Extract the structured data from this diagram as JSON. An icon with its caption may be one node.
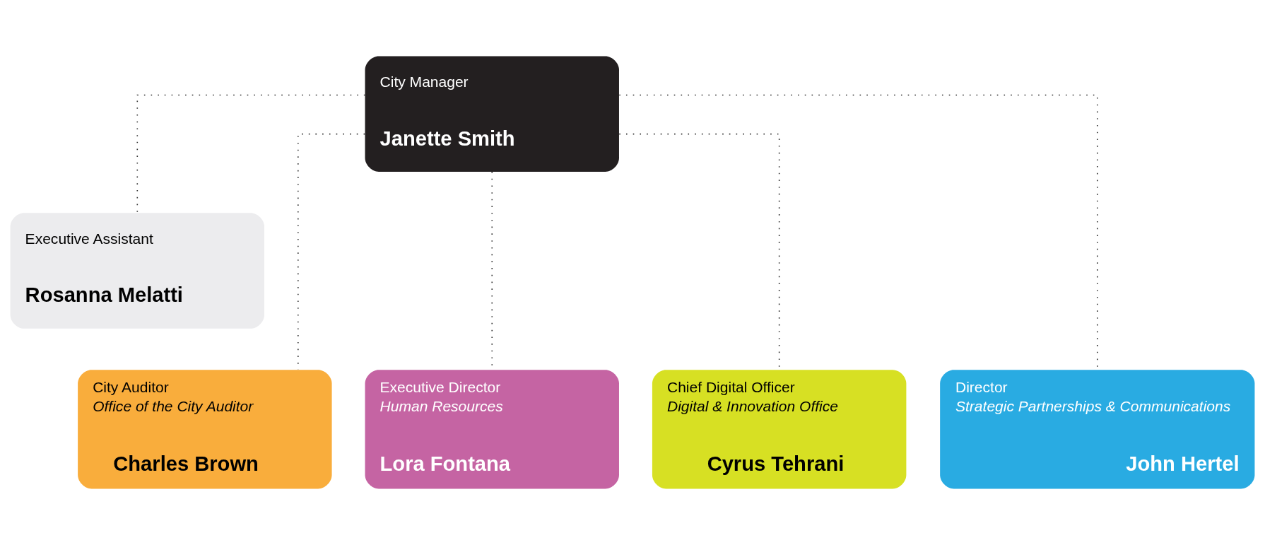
{
  "diagram": {
    "nodes": [
      {
        "text": [
          "City Manager",
          "Janette Smith"
        ]
      },
      {
        "text": [
          "Executive Assistant",
          "Rosanna Melatti"
        ]
      },
      {
        "text": [
          "City Auditor",
          "Office of the City Auditor",
          "Charles Brown"
        ]
      },
      {
        "text": [
          "Executive Director",
          "Human Resources",
          "Lora Fontana"
        ]
      },
      {
        "text": [
          "Chief Digital Officer",
          "Digital & Innovation Office",
          "Cyrus Tehrani"
        ]
      },
      {
        "text": [
          "Director",
          "Strategic Partnerships & Communications",
          "John Hertel"
        ]
      }
    ],
    "edges": [
      {
        "from": 0,
        "to": 1,
        "arrow": "none",
        "style": "dashed"
      },
      {
        "from": 0,
        "to": 2,
        "arrow": "none",
        "style": "dashed"
      },
      {
        "from": 0,
        "to": 3,
        "arrow": "none",
        "style": "dashed"
      },
      {
        "from": 0,
        "to": 4,
        "arrow": "none",
        "style": "dashed"
      },
      {
        "from": 0,
        "to": 5,
        "arrow": "none",
        "style": "dashed"
      }
    ]
  }
}
